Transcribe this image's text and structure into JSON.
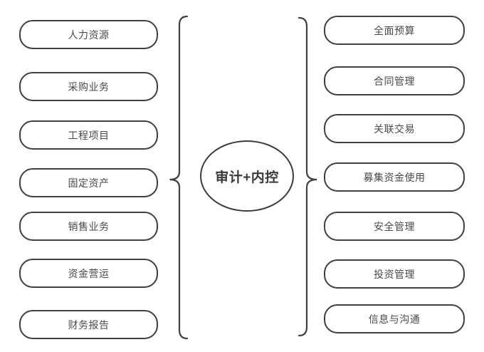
{
  "diagram": {
    "center": {
      "label": "审计+内控"
    },
    "left_column": {
      "items": [
        "人力资源",
        "采购业务",
        "工程项目",
        "固定资产",
        "销售业务",
        "资金营运",
        "财务报告"
      ]
    },
    "right_column": {
      "items": [
        "全面预算",
        "合同管理",
        "关联交易",
        "募集资金使用",
        "安全管理",
        "投资管理",
        "信息与沟通"
      ]
    },
    "colors": {
      "line": "#404040",
      "box_border": "#3f3f3f",
      "label_text": "#4a4a4a",
      "center_text": "#3a3a3a",
      "background": "#ffffff"
    }
  }
}
